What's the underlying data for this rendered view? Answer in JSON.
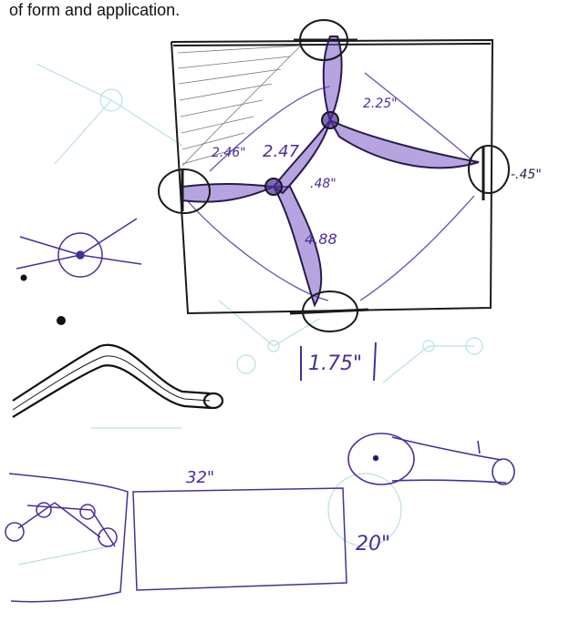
{
  "caption": "of form and application.",
  "annotations": {
    "dim_225": "2.25\"",
    "dim_46": "2.46\"",
    "dim_247": "2.47",
    "dim_48": ".48\"",
    "dim_45": "-.45\"",
    "dim_488": "4.88",
    "dim_175": "1.75\"",
    "dim_32": "32\"",
    "dim_20": "20\""
  },
  "colors": {
    "ink_purple": "#4b2d9a",
    "ink_dark": "#1a1a1a",
    "ink_faint": "#9fd0d6"
  }
}
